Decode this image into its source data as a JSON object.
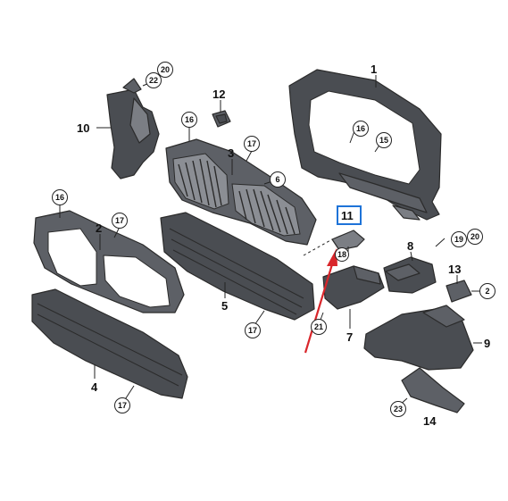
{
  "callouts": {
    "c1": "1",
    "c2": "2",
    "c3": "3",
    "c4": "4",
    "c5": "5",
    "c6": "6",
    "c7": "7",
    "c8": "8",
    "c9": "9",
    "c10": "10",
    "c12": "12",
    "c13": "13",
    "c14": "14",
    "c11": "11"
  },
  "circled": {
    "s20a": "20",
    "s22": "22",
    "s16a": "16",
    "s17a": "17",
    "s16b": "16",
    "s15": "15",
    "s16c": "16",
    "s17b": "17",
    "s17c": "17",
    "s17d": "17",
    "s18": "18",
    "s21": "21",
    "s19": "19",
    "s20b": "20",
    "s2x": "2",
    "s23": "23",
    "s6": "6"
  },
  "colors": {
    "part_dark": "#4a4d52",
    "highlight_box": "#1e73d8",
    "arrow": "#d9262b"
  }
}
